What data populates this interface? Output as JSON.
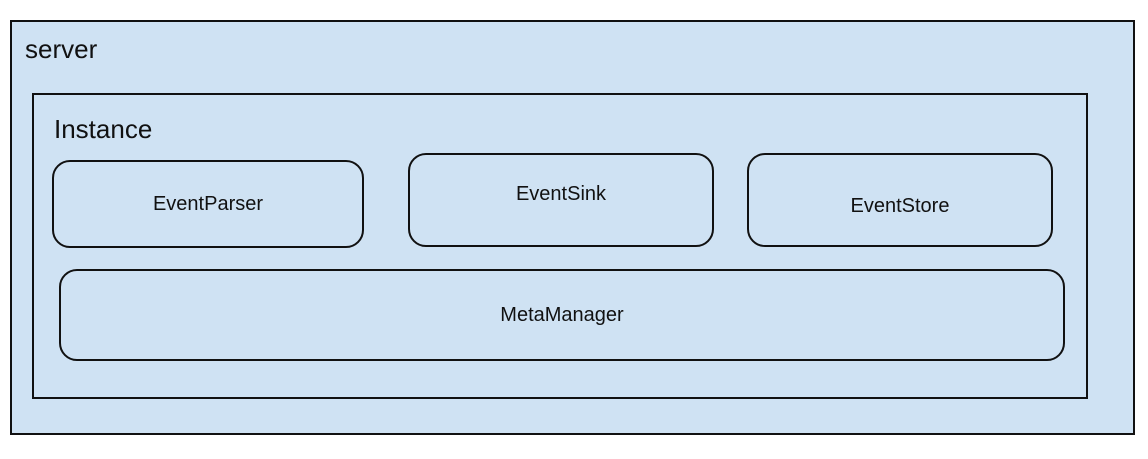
{
  "server": {
    "label": "server",
    "instance": {
      "label": "Instance",
      "components": {
        "event_parser": "EventParser",
        "event_sink": "EventSink",
        "event_store": "EventStore",
        "meta_manager": "MetaManager"
      }
    }
  },
  "colors": {
    "box_fill": "#cfe2f3",
    "border": "#111111",
    "background": "#ffffff"
  }
}
